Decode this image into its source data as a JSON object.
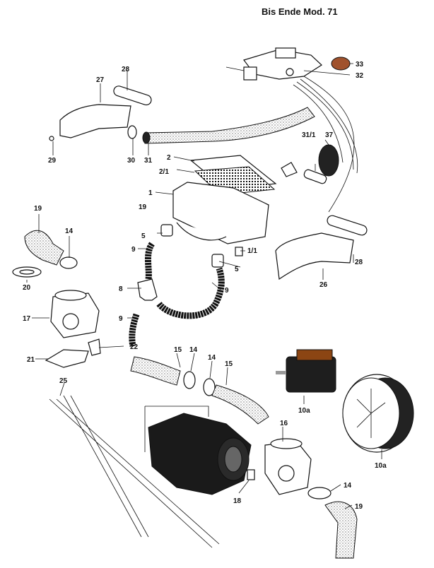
{
  "header": {
    "title": "Bis Ende Mod. 71"
  },
  "labels": {
    "p1": "1",
    "p2": "2",
    "p2_1": "2/1",
    "p5a": "5",
    "p5b": "5",
    "p8": "8",
    "p9a": "9",
    "p9b": "9",
    "p9c": "9",
    "p1_1": "1/1",
    "p10a_motor": "10a",
    "p10a_fan": "10a",
    "p14a": "14",
    "p14b": "14",
    "p14c": "14",
    "p14d": "14",
    "p15a": "15",
    "p15b": "15",
    "p16": "16",
    "p17": "17",
    "p18": "18",
    "p19a": "19",
    "p19b": "19",
    "p20": "20",
    "p21": "21",
    "p22": "22",
    "p25": "25",
    "p26": "26",
    "p27": "27",
    "p28a": "28",
    "p28b": "28",
    "p29": "29",
    "p30": "30",
    "p31": "31",
    "p31_1": "31/1",
    "p32": "32",
    "p33": "33",
    "p37": "37"
  },
  "colors": {
    "ink": "#111111",
    "knob": "#a0522d",
    "paper": "#ffffff"
  }
}
